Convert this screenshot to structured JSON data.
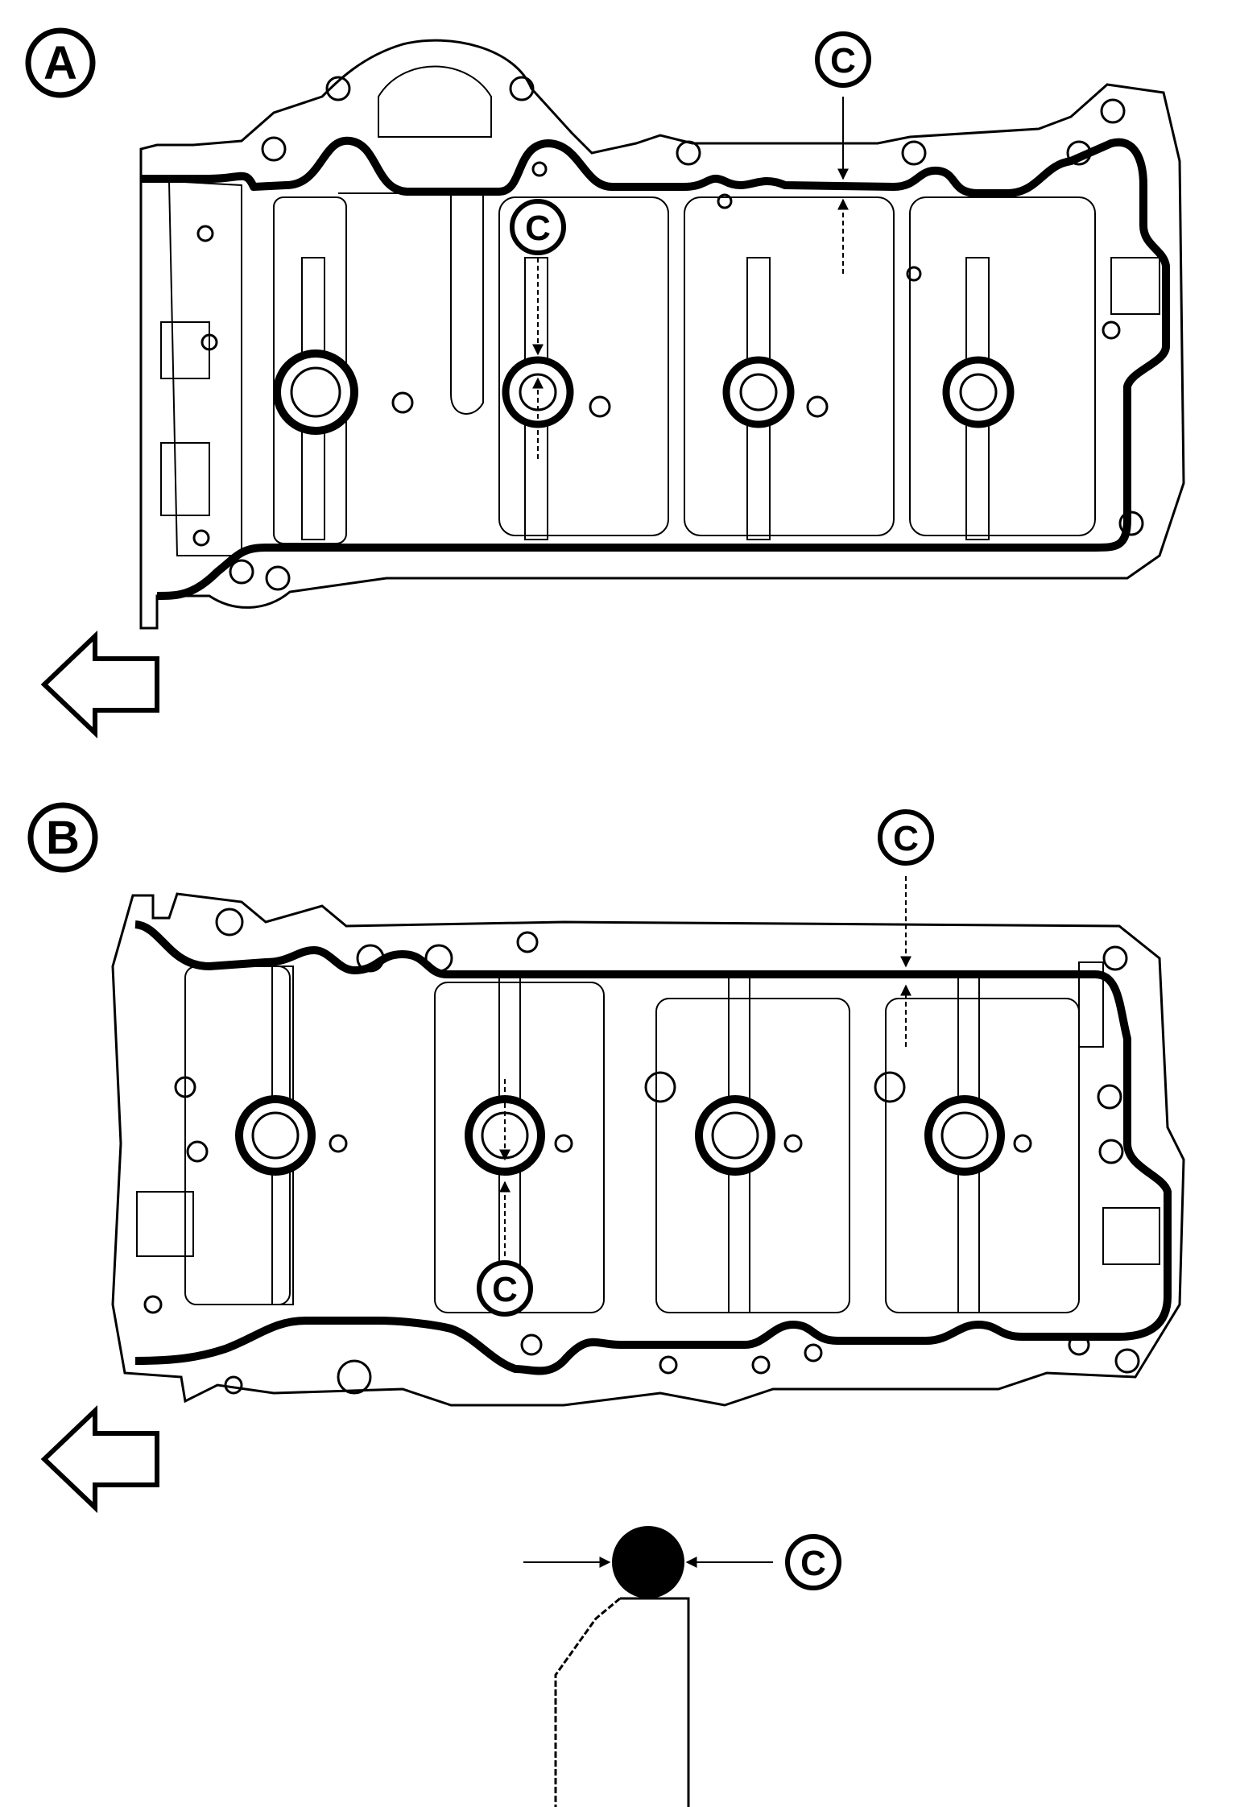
{
  "views": {
    "a": {
      "badge": "A"
    },
    "b": {
      "badge": "B"
    }
  },
  "callout": "C",
  "colors": {
    "ink": "#000000",
    "paper": "#ffffff"
  },
  "icons": {
    "front_arrow": "arrow-left-outline-icon",
    "bead": "sealant-bead-icon"
  }
}
